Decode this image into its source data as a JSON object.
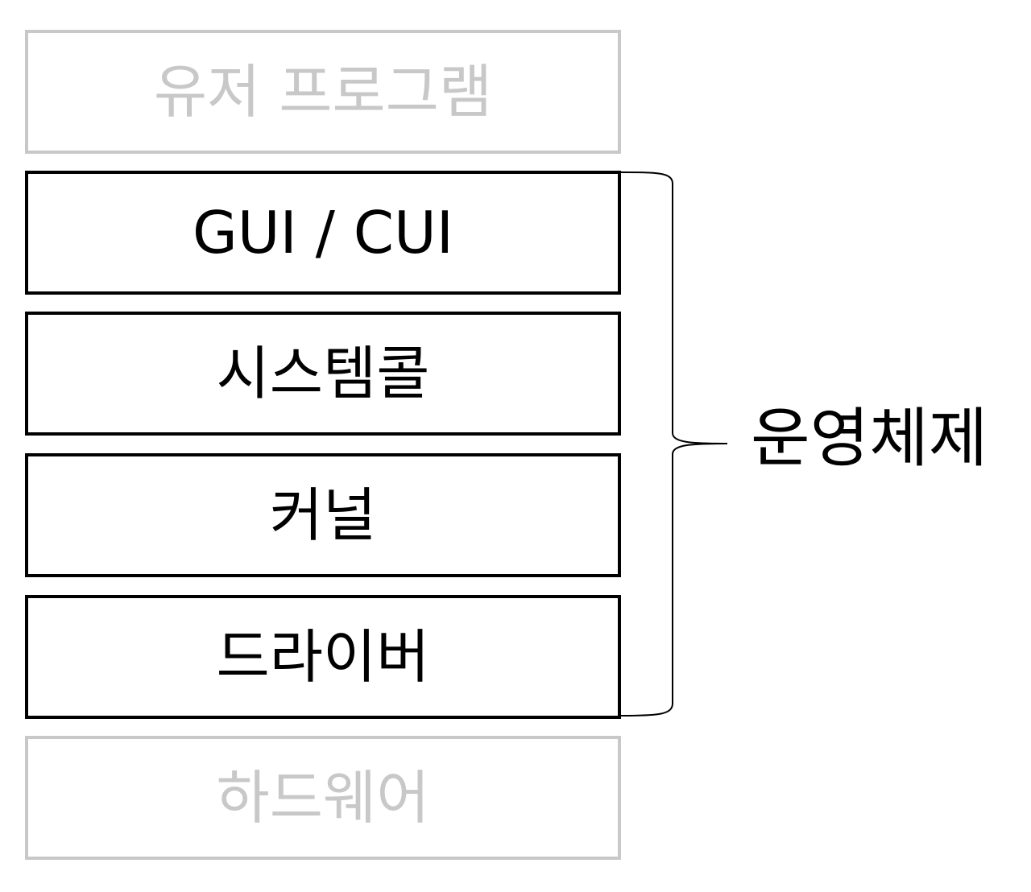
{
  "diagram": {
    "layers": [
      {
        "id": "user",
        "label": "유저 프로그램",
        "part_of_os": false
      },
      {
        "id": "gui",
        "label": "GUI / CUI",
        "part_of_os": true
      },
      {
        "id": "syscall",
        "label": "시스템콜",
        "part_of_os": true
      },
      {
        "id": "kernel",
        "label": "커널",
        "part_of_os": true
      },
      {
        "id": "driver",
        "label": "드라이버",
        "part_of_os": true
      },
      {
        "id": "hardware",
        "label": "하드웨어",
        "part_of_os": false
      }
    ],
    "group_label": "운영체제",
    "colors": {
      "active": "#000000",
      "inactive": "#c8c8c8"
    }
  }
}
